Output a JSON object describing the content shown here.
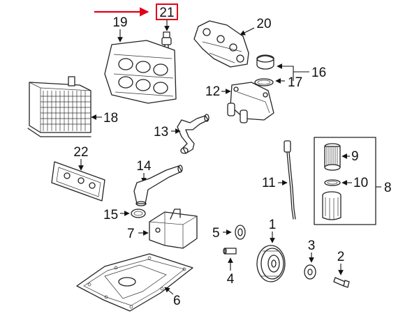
{
  "diagram": {
    "highlight_color": "#e0001a",
    "labels": {
      "p1": "1",
      "p2": "2",
      "p3": "3",
      "p4": "4",
      "p5": "5",
      "p6": "6",
      "p7": "7",
      "p8": "8",
      "p9": "9",
      "p10": "10",
      "p11": "11",
      "p12": "12",
      "p13": "13",
      "p14": "14",
      "p15": "15",
      "p16": "16",
      "p17": "17",
      "p18": "18",
      "p19": "19",
      "p20": "20",
      "p21": "21",
      "p22": "22"
    }
  }
}
